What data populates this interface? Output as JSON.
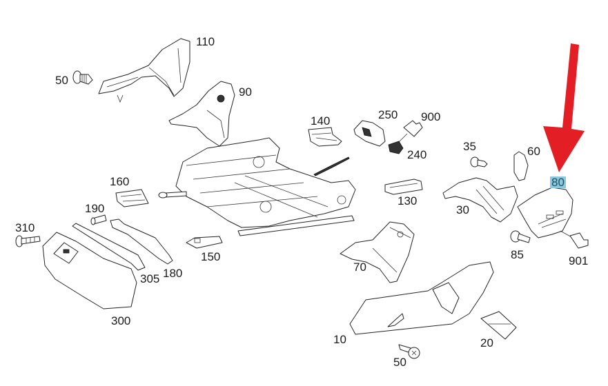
{
  "diagram": {
    "title": "Seat assembly exploded parts diagram",
    "highlight_color": "#8cc8dc",
    "arrow_color": "#e31e24",
    "highlighted_part": "80",
    "callouts": [
      {
        "id": "110",
        "label": "110"
      },
      {
        "id": "50a",
        "label": "50"
      },
      {
        "id": "90",
        "label": "90"
      },
      {
        "id": "140",
        "label": "140"
      },
      {
        "id": "250",
        "label": "250"
      },
      {
        "id": "900",
        "label": "900"
      },
      {
        "id": "240",
        "label": "240"
      },
      {
        "id": "35",
        "label": "35"
      },
      {
        "id": "60",
        "label": "60"
      },
      {
        "id": "80",
        "label": "80"
      },
      {
        "id": "160",
        "label": "160"
      },
      {
        "id": "130",
        "label": "130"
      },
      {
        "id": "30",
        "label": "30"
      },
      {
        "id": "190",
        "label": "190"
      },
      {
        "id": "310",
        "label": "310"
      },
      {
        "id": "150",
        "label": "150"
      },
      {
        "id": "85",
        "label": "85"
      },
      {
        "id": "70",
        "label": "70"
      },
      {
        "id": "901",
        "label": "901"
      },
      {
        "id": "305",
        "label": "305"
      },
      {
        "id": "180",
        "label": "180"
      },
      {
        "id": "300",
        "label": "300"
      },
      {
        "id": "10",
        "label": "10"
      },
      {
        "id": "20",
        "label": "20"
      },
      {
        "id": "50b",
        "label": "50"
      }
    ]
  }
}
